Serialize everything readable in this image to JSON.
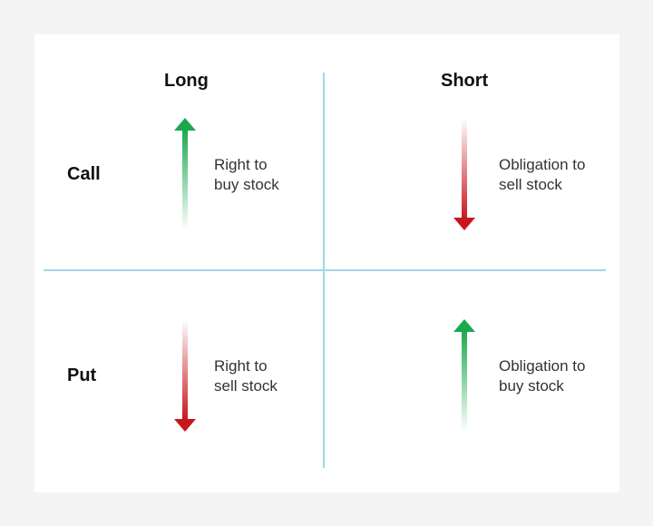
{
  "columns": {
    "long": "Long",
    "short": "Short"
  },
  "rows": {
    "call": "Call",
    "put": "Put"
  },
  "cells": {
    "long_call": "Right to\nbuy stock",
    "short_call": "Obligation to\nsell stock",
    "long_put": "Right to\nsell stock",
    "short_put": "Obligation to\nbuy stock"
  },
  "arrows": {
    "long_call": "up",
    "short_call": "down",
    "long_put": "down",
    "short_put": "up"
  },
  "colors": {
    "up": "#1aa84c",
    "down": "#c8161d",
    "divider": "#9fd8ea"
  }
}
